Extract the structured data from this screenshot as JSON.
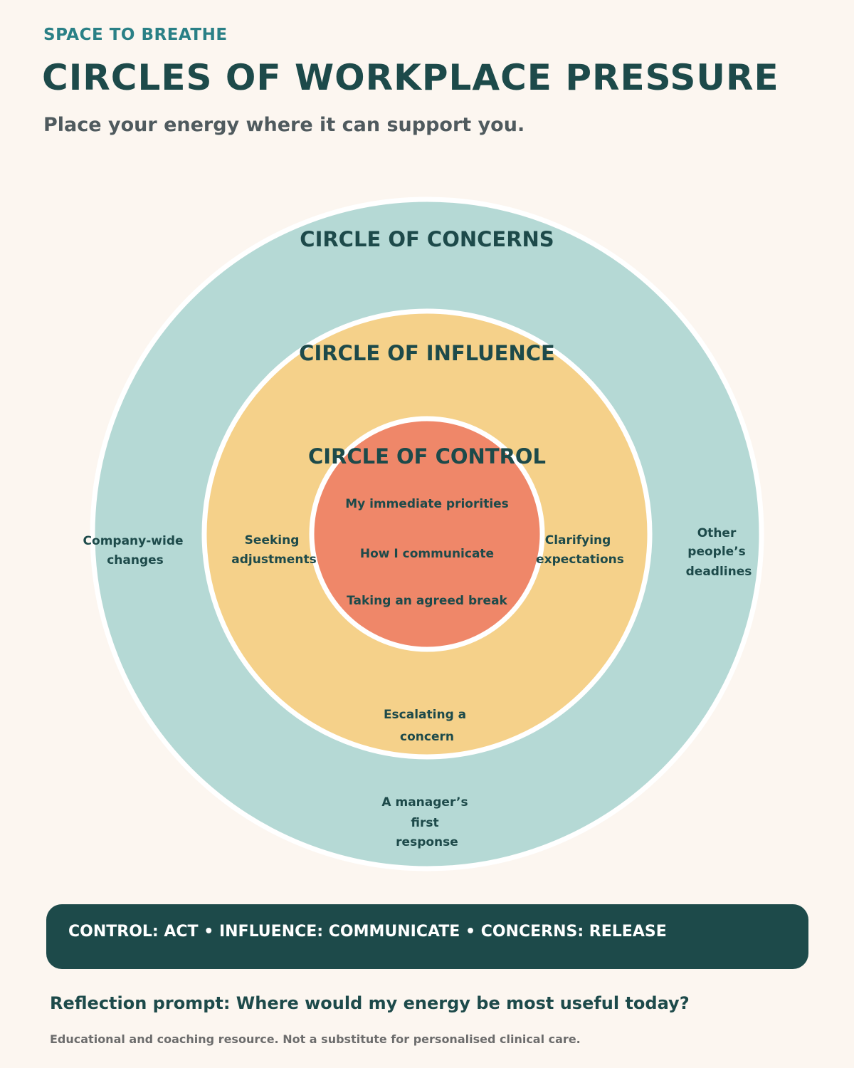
{
  "header": {
    "kicker": "SPACE TO BREATHE",
    "title": "CIRCLES OF WORKPLACE PRESSURE",
    "subtitle": "Place your energy where it can support you."
  },
  "colors": {
    "concerns": "#b5d9d5",
    "influence": "#f5d18a",
    "control": "#ef8769",
    "ring_border": "#ffffff",
    "dark_teal": "#1d4a4a"
  },
  "circles": {
    "concerns": {
      "title": "CIRCLE OF CONCERNS",
      "items": [
        [
          "Company-wide",
          "changes"
        ],
        [
          "Other",
          "people’s",
          "deadlines"
        ],
        [
          "A manager’s",
          "first",
          "response"
        ]
      ]
    },
    "influence": {
      "title": "CIRCLE OF INFLUENCE",
      "items": [
        [
          "Seeking",
          "adjustments"
        ],
        [
          "Clarifying",
          "expectations"
        ],
        [
          "Escalating a",
          "concern"
        ]
      ]
    },
    "control": {
      "title": "CIRCLE OF CONTROL",
      "items": [
        "My immediate priorities",
        "How I communicate",
        "Taking an agreed break"
      ]
    }
  },
  "banner": "CONTROL: ACT • INFLUENCE: COMMUNICATE • CONCERNS: RELEASE",
  "reflection_prompt": "Reflection prompt: Where would my energy be most useful today?",
  "disclaimer": "Educational and coaching resource. Not a substitute for personalised clinical care."
}
